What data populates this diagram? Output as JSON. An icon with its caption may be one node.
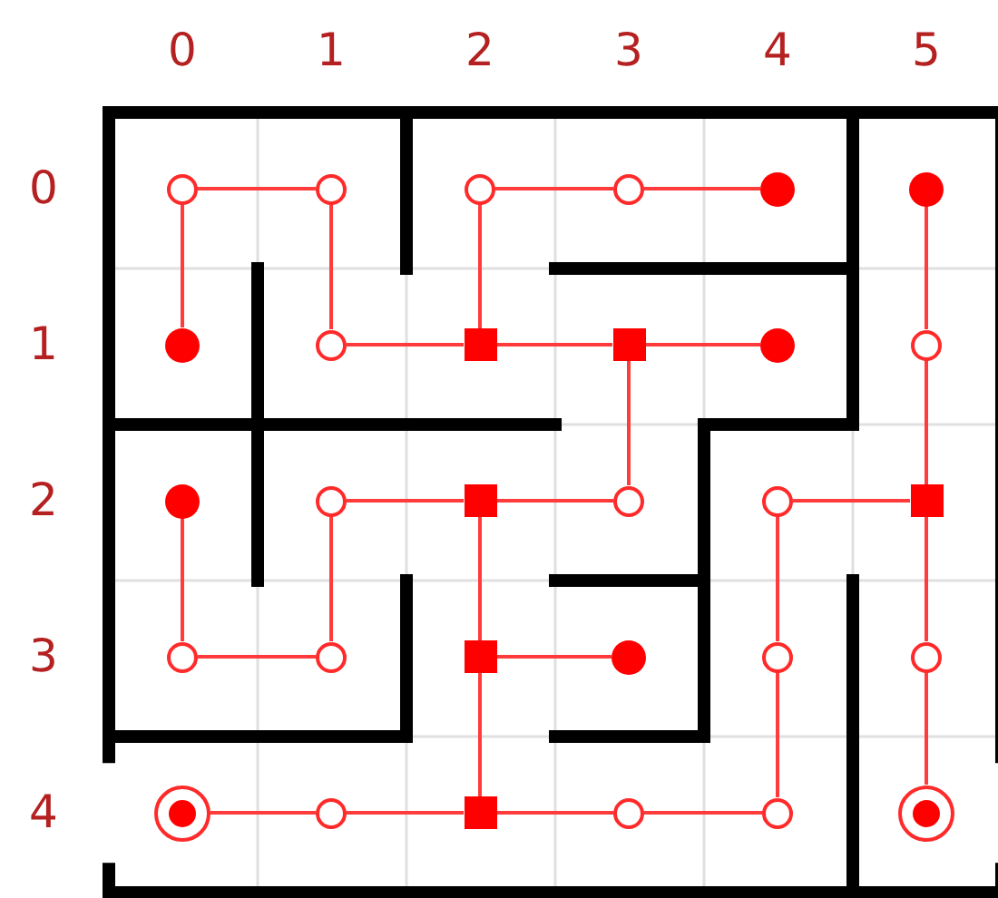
{
  "diagram": {
    "nodes": [
      {
        "text": [],
        "shape": "circle"
      },
      {
        "text": [],
        "shape": "circle"
      },
      {
        "text": [],
        "shape": "circle"
      },
      {
        "text": [],
        "shape": "circle"
      },
      {
        "text": [],
        "shape": "dot"
      },
      {
        "text": [],
        "shape": "dot"
      },
      {
        "text": [],
        "shape": "dot"
      },
      {
        "text": [],
        "shape": "circle"
      },
      {
        "text": [],
        "shape": "square"
      },
      {
        "text": [],
        "shape": "square"
      },
      {
        "text": [],
        "shape": "dot"
      },
      {
        "text": [],
        "shape": "circle"
      },
      {
        "text": [],
        "shape": "dot"
      },
      {
        "text": [],
        "shape": "circle"
      },
      {
        "text": [],
        "shape": "square"
      },
      {
        "text": [],
        "shape": "circle"
      },
      {
        "text": [],
        "shape": "circle"
      },
      {
        "text": [],
        "shape": "square"
      },
      {
        "text": [],
        "shape": "circle"
      },
      {
        "text": [],
        "shape": "circle"
      },
      {
        "text": [],
        "shape": "square"
      },
      {
        "text": [],
        "shape": "dot"
      },
      {
        "text": [],
        "shape": "circle"
      },
      {
        "text": [],
        "shape": "circle"
      },
      {
        "text": [],
        "shape": "target"
      },
      {
        "text": [],
        "shape": "circle"
      },
      {
        "text": [],
        "shape": "square"
      },
      {
        "text": [],
        "shape": "circle"
      },
      {
        "text": [],
        "shape": "circle"
      },
      {
        "text": [],
        "shape": "target"
      }
    ],
    "edges": [
      {
        "from": 0,
        "to": 1,
        "arrow": "none"
      },
      {
        "from": 0,
        "to": 6,
        "arrow": "none"
      },
      {
        "from": 1,
        "to": 7,
        "arrow": "none"
      },
      {
        "from": 7,
        "to": 8,
        "arrow": "none"
      },
      {
        "from": 2,
        "to": 8,
        "arrow": "none"
      },
      {
        "from": 2,
        "to": 3,
        "arrow": "none"
      },
      {
        "from": 3,
        "to": 4,
        "arrow": "none"
      },
      {
        "from": 8,
        "to": 9,
        "arrow": "none"
      },
      {
        "from": 9,
        "to": 10,
        "arrow": "none"
      },
      {
        "from": 9,
        "to": 15,
        "arrow": "none"
      },
      {
        "from": 15,
        "to": 14,
        "arrow": "none"
      },
      {
        "from": 14,
        "to": 13,
        "arrow": "none"
      },
      {
        "from": 14,
        "to": 20,
        "arrow": "none"
      },
      {
        "from": 20,
        "to": 21,
        "arrow": "none"
      },
      {
        "from": 20,
        "to": 26,
        "arrow": "none"
      },
      {
        "from": 26,
        "to": 25,
        "arrow": "none"
      },
      {
        "from": 25,
        "to": 24,
        "arrow": "none"
      },
      {
        "from": 26,
        "to": 27,
        "arrow": "none"
      },
      {
        "from": 27,
        "to": 28,
        "arrow": "none"
      },
      {
        "from": 28,
        "to": 22,
        "arrow": "none"
      },
      {
        "from": 22,
        "to": 16,
        "arrow": "none"
      },
      {
        "from": 16,
        "to": 17,
        "arrow": "none"
      },
      {
        "from": 17,
        "to": 11,
        "arrow": "none"
      },
      {
        "from": 11,
        "to": 5,
        "arrow": "none"
      },
      {
        "from": 17,
        "to": 23,
        "arrow": "none"
      },
      {
        "from": 23,
        "to": 29,
        "arrow": "none"
      },
      {
        "from": 12,
        "to": 18,
        "arrow": "none"
      },
      {
        "from": 18,
        "to": 19,
        "arrow": "none"
      },
      {
        "from": 19,
        "to": 13,
        "arrow": "none"
      }
    ],
    "labels": [
      "0",
      "1",
      "2",
      "3",
      "4",
      "5",
      "0",
      "1",
      "2",
      "3",
      "4"
    ]
  }
}
